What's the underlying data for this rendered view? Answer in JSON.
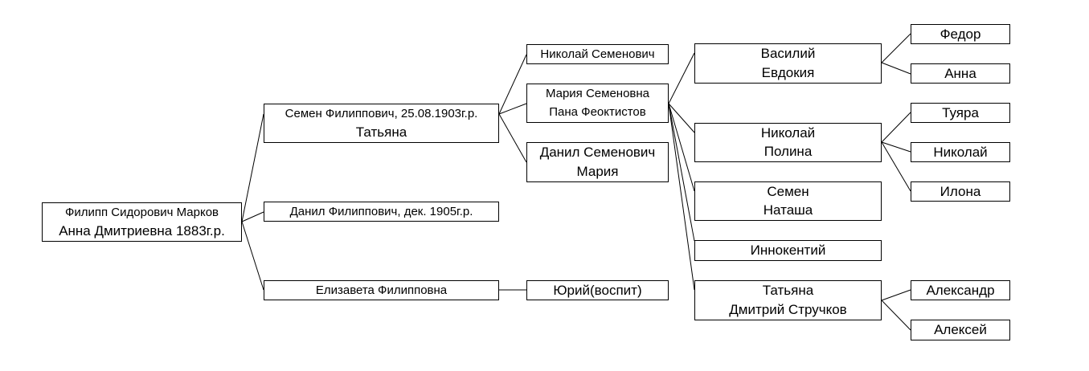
{
  "people": {
    "filipp": "Филипп Сидорович Марков",
    "anna_dm": "Анна Дмитриевна 1883г.р.",
    "semen_f": "Семен Филиппович, 25.08.1903г.р.",
    "tatyana_w": "Татьяна",
    "danil_f": "Данил Филиппович, дек. 1905г.р.",
    "elizaveta": "Елизавета Филипповна",
    "nikolay_s": "Николай Семенович",
    "mariya_s": "Мария Семеновна",
    "pana": "Пана Феоктистов",
    "danil_s": "Данил Семенович",
    "mariya_w": "Мария",
    "yuriy": "Юрий(воспит)",
    "vasiliy": "Василий",
    "evdokiya": "Евдокия",
    "nikolay_p": "Николай",
    "polina": "Полина",
    "semen_p": "Семен",
    "natasha": "Наташа",
    "innokentiy": "Иннокентий",
    "tatyana_p": "Татьяна",
    "dmitriy": "Дмитрий Стручков",
    "fedor": "Федор",
    "anna_v": "Анна",
    "tuyara": "Туяра",
    "nikolay_c": "Николай",
    "ilona": "Илона",
    "aleksandr": "Александр",
    "aleksey": "Алексей"
  }
}
